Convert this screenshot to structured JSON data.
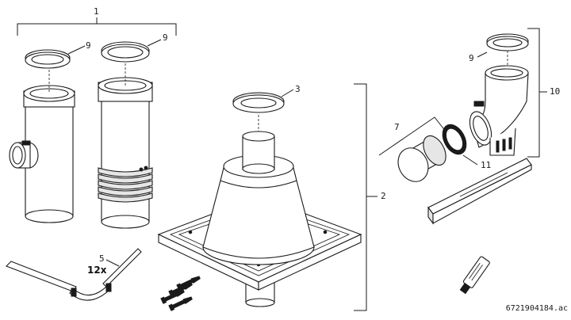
{
  "labels": {
    "group_1": "1",
    "seal_left": "9",
    "seal_mid": "9",
    "ring_3": "3",
    "group_2": "2",
    "clip_5": "5",
    "quantity": "12x",
    "group_10": "10",
    "seal_right": "9",
    "pipe_7": "7",
    "ring_11": "11"
  },
  "document_id": "6721904184.ac"
}
